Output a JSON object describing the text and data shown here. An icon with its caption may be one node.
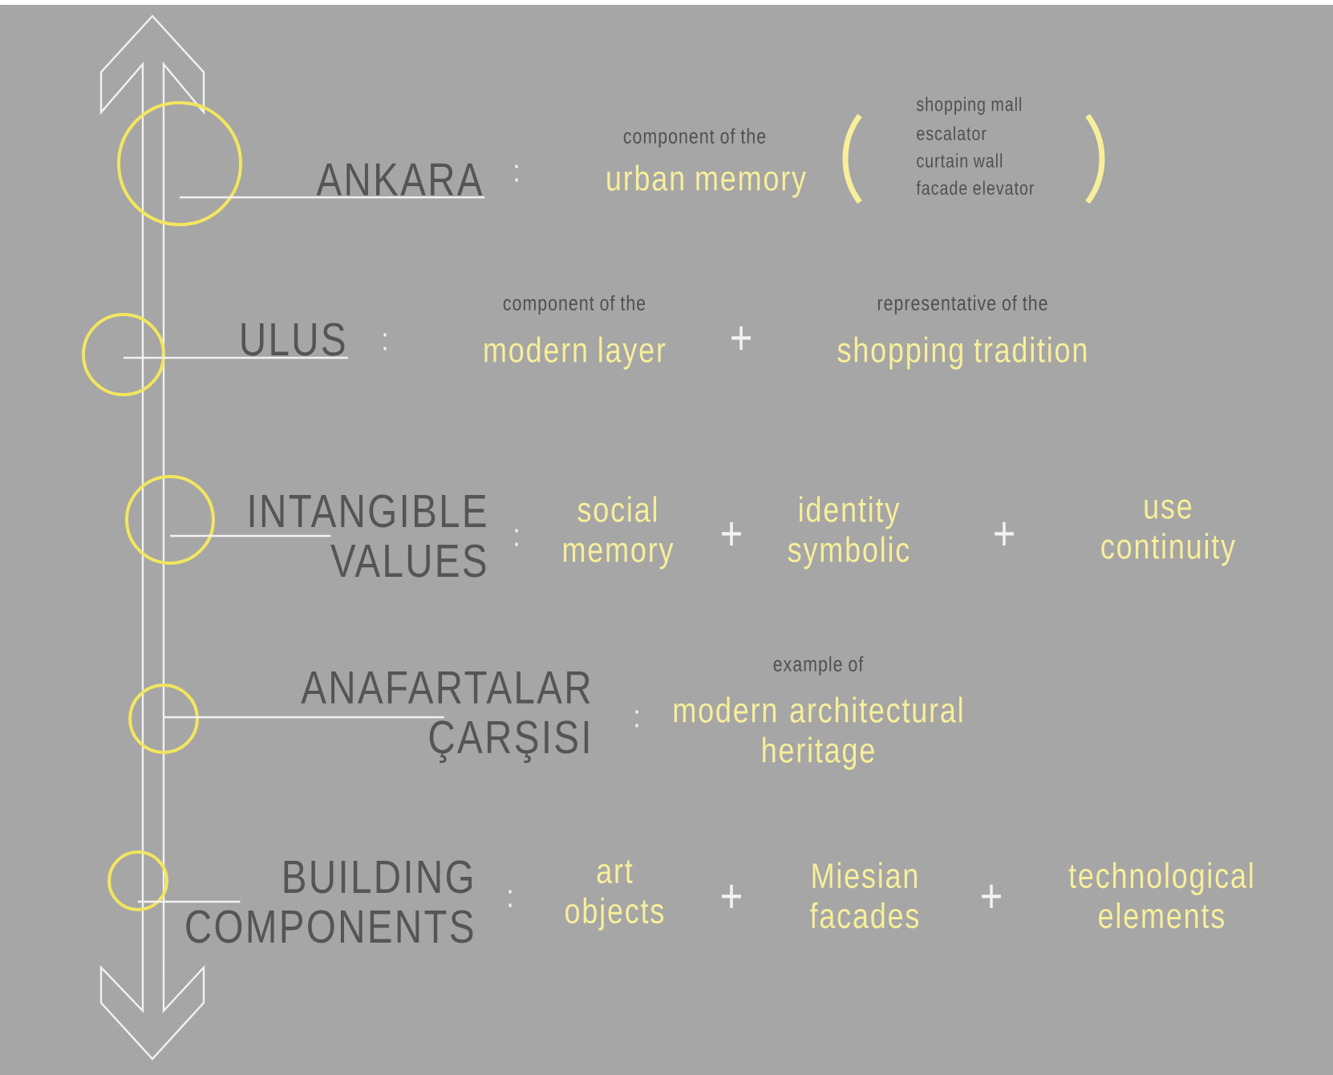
{
  "diagram": {
    "nodes": [
      {
        "text": [],
        "shape": "circle"
      },
      {
        "text": [
          "ANKARA"
        ]
      },
      {
        "text": [],
        "shape": "circle"
      },
      {
        "text": [
          "ULUS"
        ]
      },
      {
        "text": [],
        "shape": "circle"
      },
      {
        "text": [
          "INTANGIBLE VALUES"
        ]
      },
      {
        "text": [],
        "shape": "circle"
      },
      {
        "text": [
          "ANAFARTALAR ÇARŞISI"
        ]
      },
      {
        "text": [],
        "shape": "circle"
      },
      {
        "text": [
          "BUILDING COMPONENTS"
        ]
      }
    ],
    "edges": [
      {
        "from": 1,
        "to": 0,
        "arrow": "none"
      },
      {
        "from": 3,
        "to": 2,
        "arrow": "none"
      },
      {
        "from": 5,
        "to": 4,
        "arrow": "none"
      },
      {
        "from": 7,
        "to": 6,
        "arrow": "none"
      },
      {
        "from": 9,
        "to": 8,
        "arrow": "none"
      }
    ],
    "labels": [
      ":",
      "component of the",
      "urban memory",
      "shopping mall",
      "escalator",
      "curtain wall",
      "facade elevator",
      ":",
      "component of the",
      "modern layer",
      "+",
      "representative of the",
      "shopping tradition",
      ":",
      "social memory",
      "+",
      "identity symbolic",
      "+",
      "use continuity",
      ":",
      "example of",
      "modern architectural heritage",
      ":",
      "art objects",
      "+",
      "Miesian facades",
      "+",
      "technological elements"
    ]
  }
}
